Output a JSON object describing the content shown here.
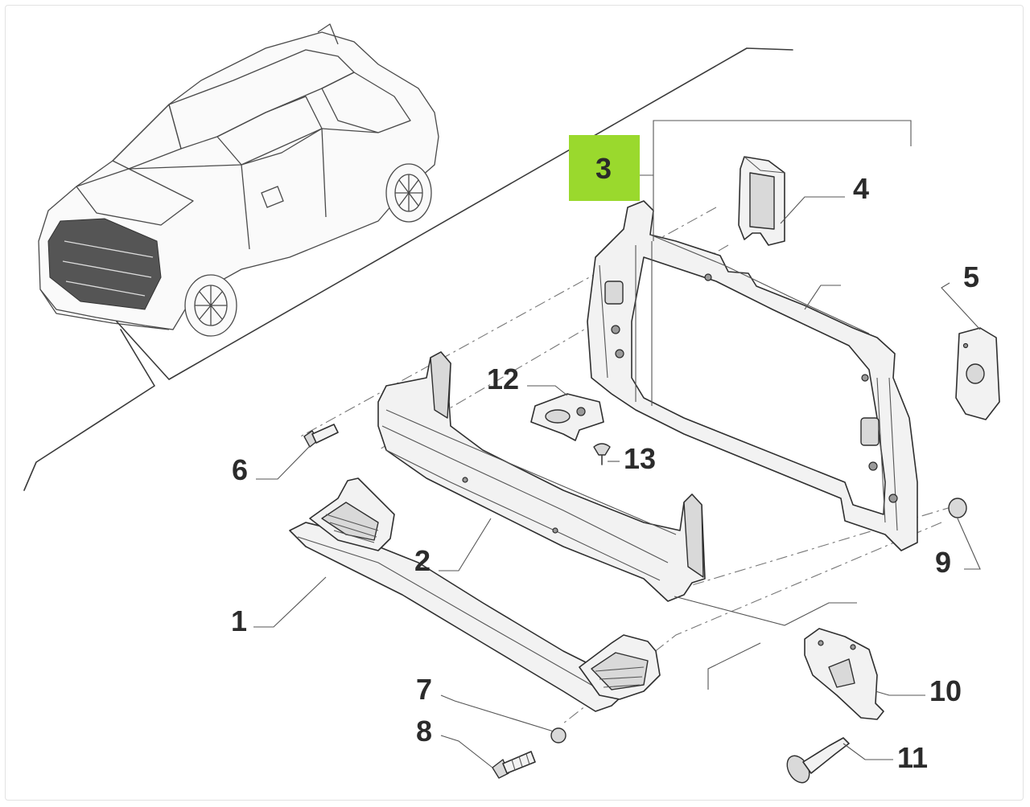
{
  "diagram": {
    "highlight_color": "#9ad92d",
    "highlighted_callout": "3",
    "callouts": {
      "c1": "1",
      "c2": "2",
      "c3": "3",
      "c4": "4",
      "c5": "5",
      "c6": "6",
      "c7": "7",
      "c8": "8",
      "c9": "9",
      "c10": "10",
      "c11": "11",
      "c12": "12",
      "c13": "13"
    }
  }
}
